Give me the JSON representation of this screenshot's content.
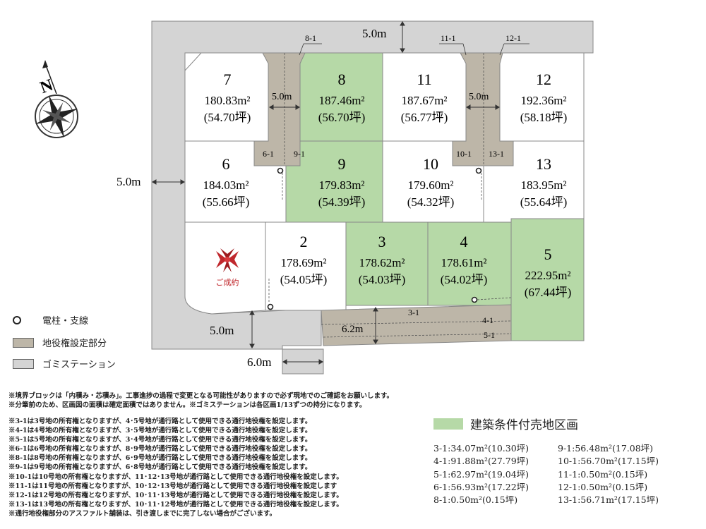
{
  "lots": [
    {
      "num": "7",
      "area": "180.83m²",
      "tsubo": "(54.70坪)"
    },
    {
      "num": "8",
      "area": "187.46m²",
      "tsubo": "(56.70坪)"
    },
    {
      "num": "11",
      "area": "187.67m²",
      "tsubo": "(56.77坪)"
    },
    {
      "num": "12",
      "area": "192.36m²",
      "tsubo": "(58.18坪)"
    },
    {
      "num": "6",
      "area": "184.03m²",
      "tsubo": "(55.66坪)"
    },
    {
      "num": "9",
      "area": "179.83m²",
      "tsubo": "(54.39坪)"
    },
    {
      "num": "10",
      "area": "179.60m²",
      "tsubo": "(54.32坪)"
    },
    {
      "num": "13",
      "area": "183.95m²",
      "tsubo": "(55.64坪)"
    },
    {
      "num": "2",
      "area": "178.69m²",
      "tsubo": "(54.05坪)"
    },
    {
      "num": "3",
      "area": "178.62m²",
      "tsubo": "(54.03坪)"
    },
    {
      "num": "4",
      "area": "178.61m²",
      "tsubo": "(54.02坪)"
    },
    {
      "num": "5",
      "area": "222.95m²",
      "tsubo": "(67.44坪)"
    }
  ],
  "sold_label": "ご成約",
  "dims": {
    "top_road": "5.0m",
    "left_road": "5.0m",
    "bottom_road": "5.0m",
    "bottom_road2": "6.0m",
    "lane_a": "5.0m",
    "lane_b": "5.0m",
    "lane_c": "6.2m"
  },
  "tags": {
    "t81": "8-1",
    "t111": "11-1",
    "t121": "12-1",
    "t61": "6-1",
    "t91": "9-1",
    "t101": "10-1",
    "t131": "13-1",
    "t31": "3-1",
    "t41": "4-1",
    "t51": "5-1"
  },
  "compass": "N",
  "legend": {
    "pole": "電柱・支線",
    "easement": "地役権設定部分",
    "garbage": "ゴミステーション",
    "green": "建築条件付売地区画"
  },
  "colors": {
    "green": "#b6d9a7",
    "easement": "#bdb6a8",
    "road": "#d4d4d4"
  },
  "notes_top": [
    "※境界ブロックは「内積み・芯積み」。工事進捗の過程で変更となる可能性がありますので必ず現地でのご確認をお願いします。",
    "※分筆前のため、区画図の面積は確定面積ではありません。※ゴミステーションは各区画1/13ずつの持分になります。"
  ],
  "notes": [
    "※3-1は3号地の所有権となりますが、4･5号地が通行路として使用できる通行地役権を設定します。",
    "※4-1は4号地の所有権となりますが、3･5号地が通行路として使用できる通行地役権を設定します。",
    "※5-1は5号地の所有権となりますが、3･4号地が通行路として使用できる通行地役権を設定します。",
    "※6-1は6号地の所有権となりますが、8･9号地が通行路として使用できる通行地役権を設定します。",
    "※8-1は8号地の所有権となりますが、6･9号地が通行路として使用できる通行地役権を設定します。",
    "※9-1は9号地の所有権となりますが、6･8号地が通行路として使用できる通行地役権を設定します。",
    "※10-1は10号地の所有権となりますが、11･12･13号地が通行路として使用できる通行地役権を設定します。",
    "※11-1は11号地の所有権となりますが、10･12･13号地が通行路として使用できる通行地役権を設定します",
    "※12-1は12号地の所有権となりますが、10･11･13号地が通行路として使用できる通行地役権を設定します。",
    "※13-1は13号地の所有権となりますが、10･11･12号地が通行路として使用できる通行地役権を設定します。",
    "※通行地役権部分のアスファルト舗装は、引き渡しまでに完了しない場合がございます。"
  ],
  "areas_left": [
    "3-1:34.07m²(10.30坪)",
    "4-1:91.88m²(27.79坪)",
    "5-1:62.97m²(19.04坪)",
    "6-1:56.93m²(17.22坪)",
    "8-1:0.50m²(0.15坪)"
  ],
  "areas_right": [
    "9-1:56.48m²(17.08坪)",
    "10-1:56.70m²(17.15坪)",
    "11-1:0.50m²(0.15坪)",
    "12-1:0.50m²(0.15坪)",
    "13-1:56.71m²(17.15坪)"
  ]
}
